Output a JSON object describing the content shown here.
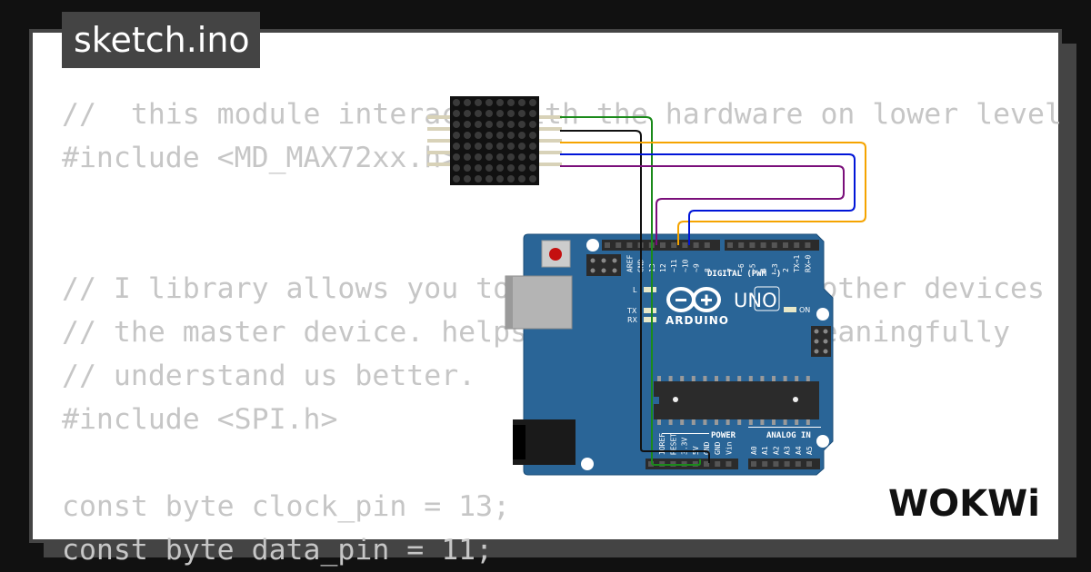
{
  "tab": {
    "filename": "sketch.ino"
  },
  "code_lines": [
    "//  this module interacts with the hardware on lower level",
    "#include <MD_MAX72xx.h>",
    "",
    "",
    "// I library allows you to communicate with other devices",
    "// the master device. helps us communicate meaningfully",
    "// understand us better.",
    "#include <SPI.h>",
    "",
    "const byte clock_pin = 13;",
    "const byte data_pin = 11;"
  ],
  "board": {
    "brand": "ARDUINO",
    "model": "UNO",
    "digital_header": "DIGITAL (PWM ~)",
    "digital_pins": [
      "AREF",
      "GND",
      "13",
      "12",
      "~11",
      "~10",
      "~9",
      "8",
      "7",
      "~6",
      "~5",
      "4",
      "~3",
      "2",
      "TX→1",
      "RX←0"
    ],
    "power_header": "POWER",
    "power_pins": [
      "IOREF",
      "RESET",
      "3.3V",
      "5V",
      "GND",
      "GND",
      "Vin"
    ],
    "analog_header": "ANALOG IN",
    "analog_pins": [
      "A0",
      "A1",
      "A2",
      "A3",
      "A4",
      "A5"
    ],
    "led_labels": {
      "l": "L",
      "tx": "TX",
      "rx": "RX",
      "on": "ON"
    }
  },
  "brand_logo": {
    "text": "WOKWi"
  },
  "colors": {
    "board": "#2a6597",
    "board_edge": "#1d4f7a",
    "wire_green": "#1a8a1a",
    "wire_black": "#111111",
    "wire_orange": "#f5a400",
    "wire_blue": "#0015d8",
    "wire_purple": "#7a0f7a",
    "code_text": "#c6c6c6",
    "tab_bg": "#444444"
  }
}
